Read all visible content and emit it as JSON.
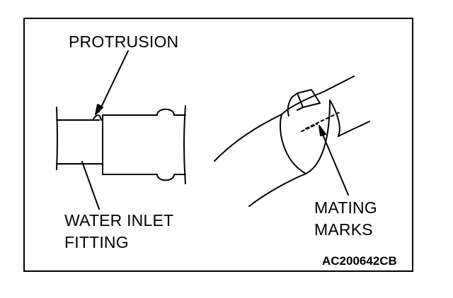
{
  "labels": {
    "protrusion": "PROTRUSION",
    "water_inlet_line1": "WATER INLET",
    "water_inlet_line2": "FITTING",
    "mating_line1": "MATING",
    "mating_line2": "MARKS",
    "figure_code": "AC200642CB"
  },
  "colors": {
    "line": "#000000",
    "background": "#ffffff"
  }
}
